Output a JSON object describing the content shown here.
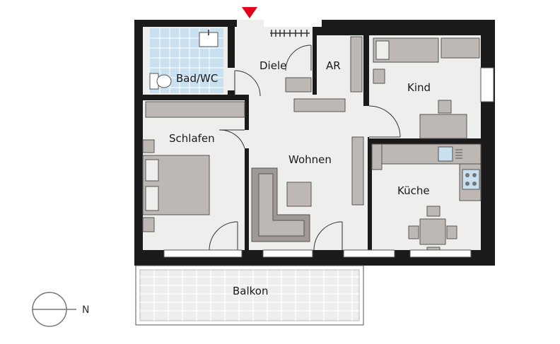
{
  "rooms": {
    "bad": "Bad/WC",
    "diele": "Diele",
    "ar": "AR",
    "kind": "Kind",
    "schlafen": "Schlafen",
    "wohnen": "Wohnen",
    "kueche": "Küche",
    "balkon": "Balkon"
  },
  "compass": {
    "north_label": "N"
  },
  "colors": {
    "wall": "#1a1a1a",
    "floor": "#eeeeec",
    "furniture": "#bdb8b4",
    "furniture_dark": "#9e9995",
    "bath_tile": "#c8e0ef",
    "entrance_marker": "#e2001a"
  }
}
